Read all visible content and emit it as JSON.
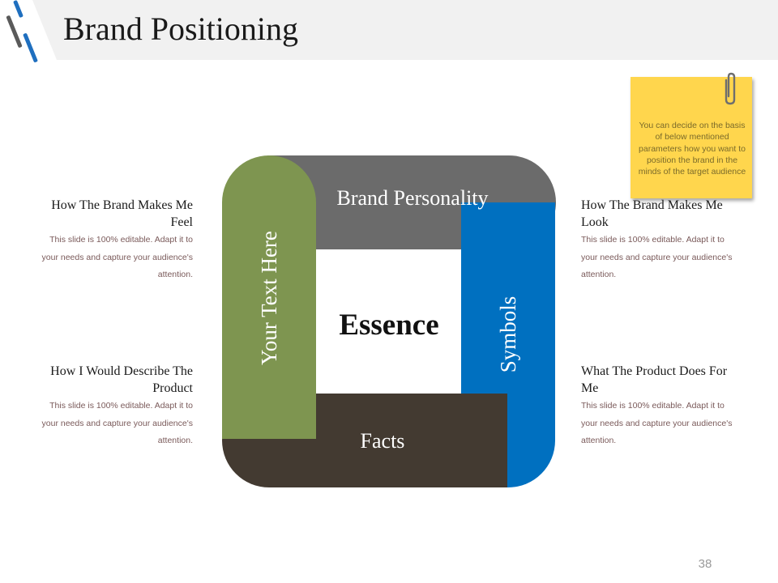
{
  "slide": {
    "title": "Brand Positioning",
    "page_number": "38"
  },
  "note": {
    "text": "You can decide on the basis of below mentioned parameters how you want to position the brand in the minds of the target audience"
  },
  "diagram": {
    "center": "Essence",
    "top": "Brand Personality",
    "left": "Your Text Here",
    "right": "Symbols",
    "bottom": "Facts"
  },
  "blocks": [
    {
      "heading": "How The Brand Makes Me Feel",
      "body": "This slide is 100% editable. Adapt it to your needs and capture your audience's attention."
    },
    {
      "heading": "How The Brand Makes Me Look",
      "body": "This slide is 100% editable. Adapt it to your needs and capture your audience's attention."
    },
    {
      "heading": "How I Would Describe The Product",
      "body": "This slide is 100% editable. Adapt it to your needs and capture your audience's attention."
    },
    {
      "heading": "What The Product Does For Me",
      "body": "This slide is 100% editable. Adapt it to your needs and capture your audience's attention."
    }
  ],
  "colors": {
    "top": "#6b6b6b",
    "right": "#0070c0",
    "bottom": "#433a31",
    "left": "#7e9550",
    "note": "#ffd64d"
  }
}
